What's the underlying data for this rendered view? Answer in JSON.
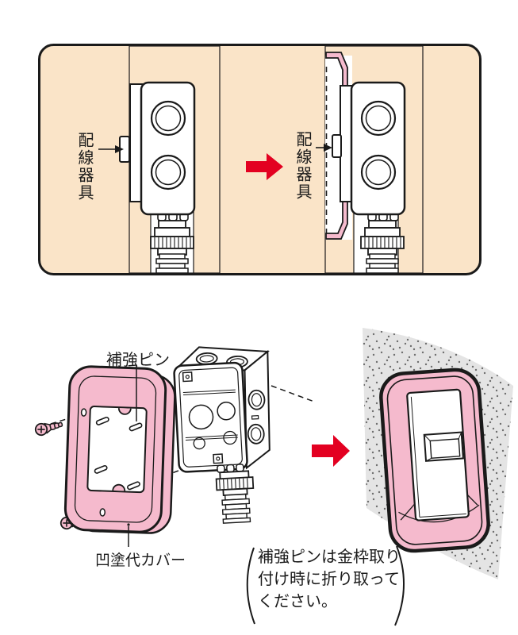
{
  "colors": {
    "page_bg": "#FFFFFF",
    "panel_bg": "#FAE4C8",
    "wall_gray": "#D6D6D6",
    "stipple_bg": "#E4E4E4",
    "pink": "#F5BACD",
    "red": "#E30021",
    "ink": "#1A1A1A"
  },
  "top_panel": {
    "before": {
      "device_label": "配線器具"
    },
    "after": {
      "device_label": "配線器具"
    }
  },
  "exploded_view": {
    "reinforcement_pin_label": "補強ピン",
    "plaster_cover_label": "凹塗代カバー"
  },
  "note": {
    "lines": [
      "補強ピンは金枠取り",
      "付け時に折り取って",
      "ください。"
    ]
  }
}
